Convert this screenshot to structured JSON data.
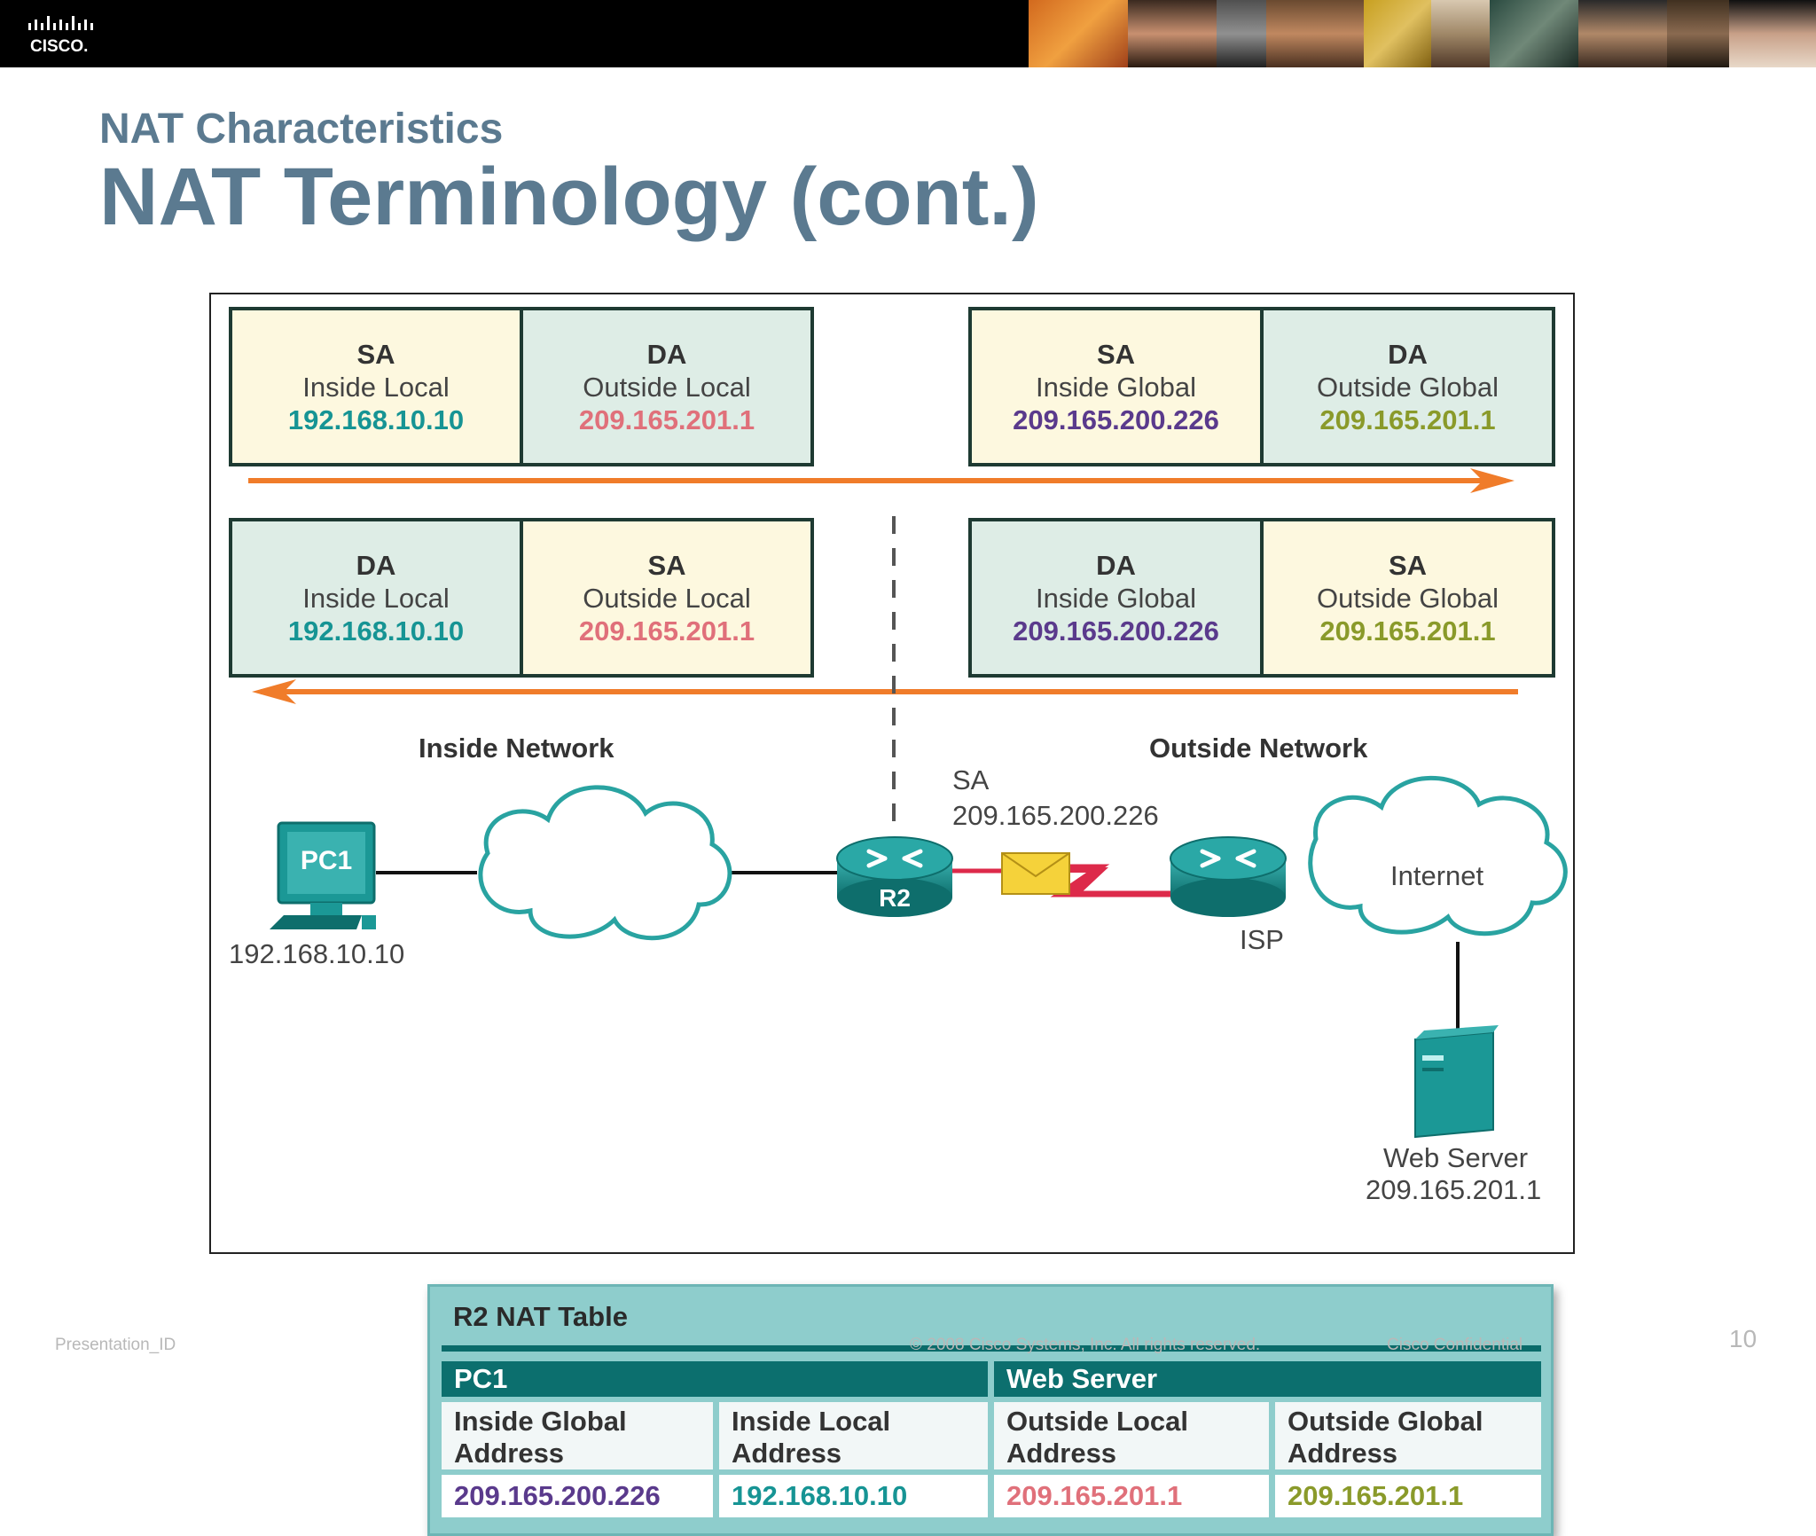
{
  "header": {
    "logo_text": "CISCO.",
    "subtitle": "NAT Characteristics",
    "title": "NAT Terminology (cont.)"
  },
  "outbound": {
    "inside": [
      {
        "label": "SA",
        "type": "Inside Local",
        "ip": "192.168.10.10"
      },
      {
        "label": "DA",
        "type": "Outside Local",
        "ip": "209.165.201.1"
      }
    ],
    "outside": [
      {
        "label": "SA",
        "type": "Inside Global",
        "ip": "209.165.200.226"
      },
      {
        "label": "DA",
        "type": "Outside Global",
        "ip": "209.165.201.1"
      }
    ]
  },
  "inbound": {
    "inside": [
      {
        "label": "DA",
        "type": "Inside Local",
        "ip": "192.168.10.10"
      },
      {
        "label": "SA",
        "type": "Outside Local",
        "ip": "209.165.201.1"
      }
    ],
    "outside": [
      {
        "label": "DA",
        "type": "Inside Global",
        "ip": "209.165.200.226"
      },
      {
        "label": "SA",
        "type": "Outside Global",
        "ip": "209.165.201.1"
      }
    ]
  },
  "topology": {
    "inside_network": "Inside Network",
    "outside_network": "Outside Network",
    "sa_label": "SA",
    "sa_ip": "209.165.200.226",
    "pc_name": "PC1",
    "pc_ip": "192.168.10.10",
    "router_name": "R2",
    "isp_name": "ISP",
    "internet_label": "Internet",
    "server_name": "Web Server",
    "server_ip": "209.165.201.1"
  },
  "nat_table": {
    "title": "R2 NAT Table",
    "group_pc": "PC1",
    "group_server": "Web Server",
    "columns": [
      {
        "l1": "Inside Global",
        "l2": "Address",
        "value": "209.165.200.226"
      },
      {
        "l1": "Inside Local",
        "l2": "Address",
        "value": "192.168.10.10"
      },
      {
        "l1": "Outside Local",
        "l2": "Address",
        "value": "209.165.201.1"
      },
      {
        "l1": "Outside Global",
        "l2": "Address",
        "value": "209.165.201.1"
      }
    ]
  },
  "footer": {
    "presentation_id": "Presentation_ID",
    "copyright": "© 2008 Cisco Systems, Inc. All rights reserved.",
    "confidential": "Cisco Confidential",
    "page": "10"
  },
  "colors": {
    "inside_local": "#169494",
    "outside_local": "#e0707a",
    "inside_global": "#5a3a8c",
    "outside_global": "#8a9a2a",
    "arrow": "#f07c2a",
    "device_teal": "#1b9896"
  }
}
